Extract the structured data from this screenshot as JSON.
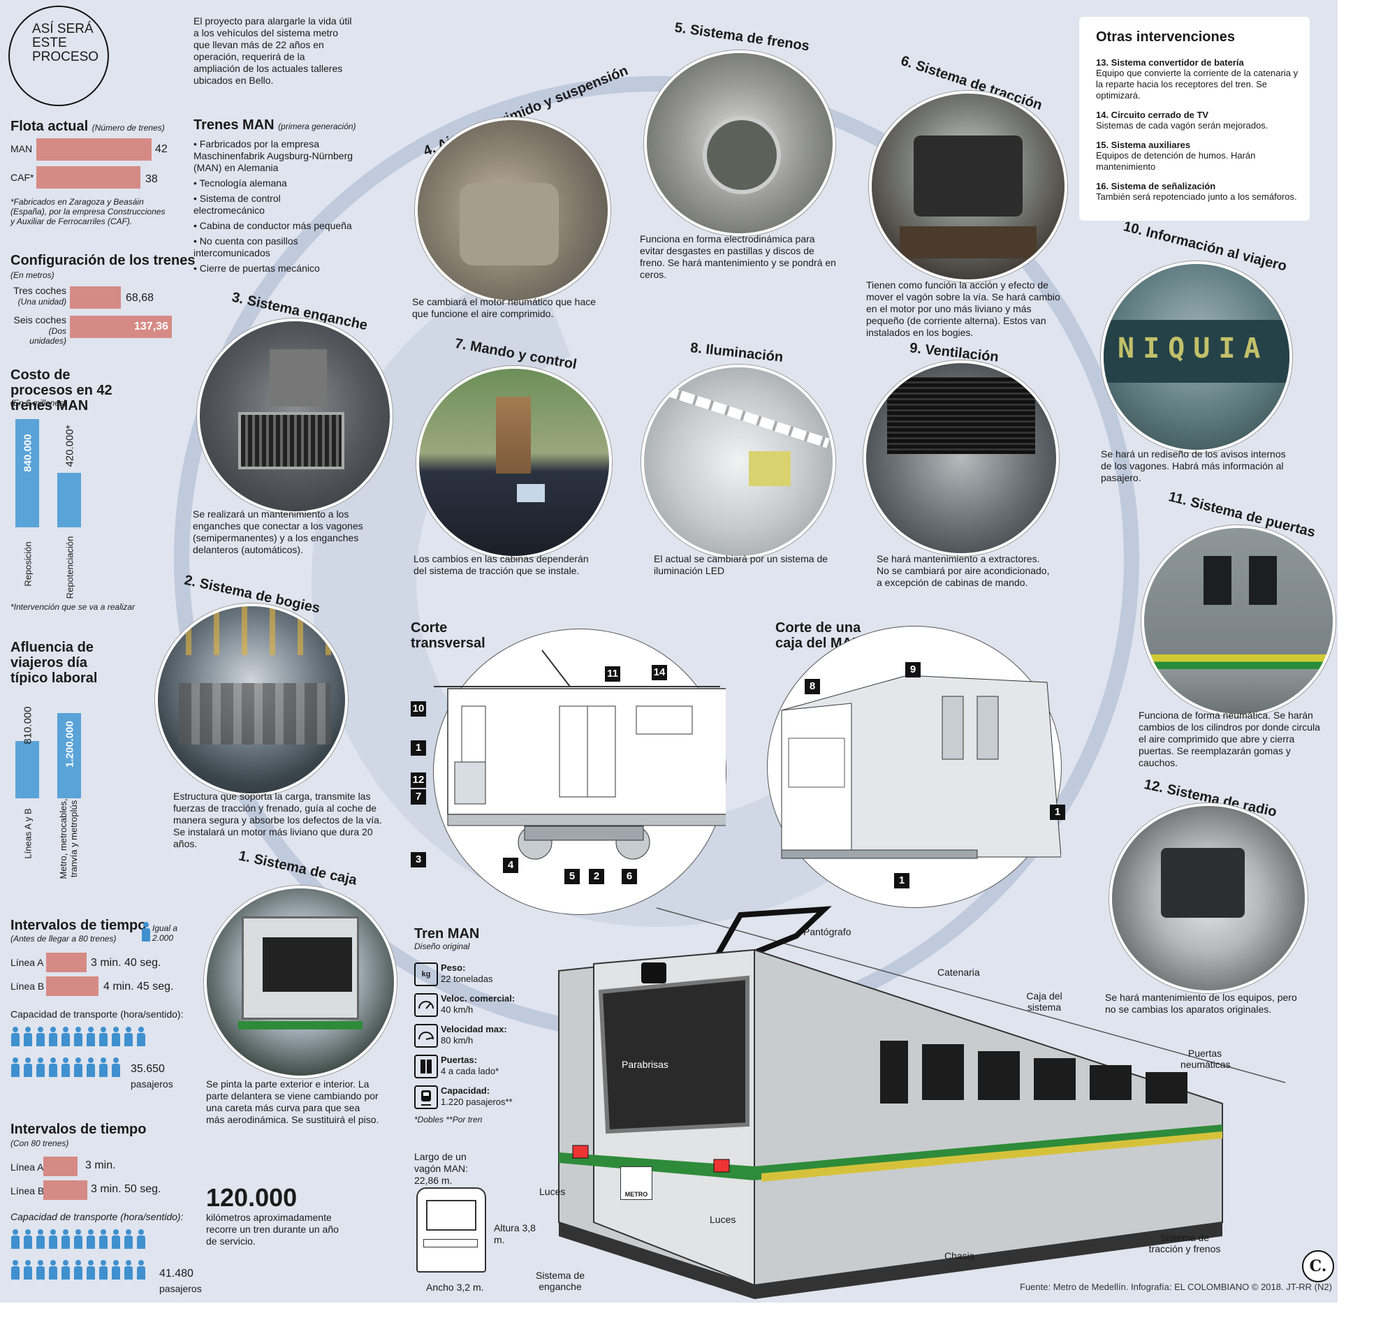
{
  "intro": {
    "badge": [
      "ASÍ SERÁ",
      "ESTE",
      "PROCESO"
    ],
    "text": "El proyecto para alargarle la vida útil a los vehículos del sistema metro que llevan más de 22 años en operación, requerirá de la ampliación de los actuales talleres ubicados en Bello."
  },
  "flota": {
    "title": "Flota actual",
    "subtitle": "(Número de trenes)",
    "rows": [
      {
        "label": "MAN",
        "value": "42",
        "frac": 1.0
      },
      {
        "label": "CAF*",
        "value": "38",
        "frac": 0.905
      }
    ],
    "note": "*Fabricados en Zaragoza y Beasáin (España), por la empresa Construcciones y Auxiliar de Ferrocarriles (CAF)."
  },
  "config": {
    "title": "Configuración de los trenes",
    "subtitle": "(En metros)",
    "rows": [
      {
        "label": "Tres coches",
        "sub": "(Una unidad)",
        "value": "68,68",
        "frac": 0.5
      },
      {
        "label": "Seis coches",
        "sub": "(Dos unidades)",
        "value": "137,36",
        "frac": 1.0
      }
    ]
  },
  "costo": {
    "title": "Costo de procesos en 42 trenes MAN",
    "subtitle": "(En $ millones)",
    "bars": [
      {
        "label": "Reposición",
        "value": "840.000",
        "frac": 1.0
      },
      {
        "label": "Repotenciación",
        "value": "420.000*",
        "frac": 0.5
      }
    ],
    "note": "*Intervención que se va a realizar"
  },
  "afluencia": {
    "title": "Afluencia de viajeros día típico laboral",
    "bars": [
      {
        "label": "Líneas A y B",
        "value": "810.000",
        "frac": 0.675
      },
      {
        "label": "Metro, metrocables, tranvía y metroplús",
        "value": "1.200.000",
        "frac": 1.0
      }
    ]
  },
  "intervalos1": {
    "title": "Intervalos de tiempo",
    "subtitle": "(Antes de llegar a 80 trenes)",
    "legend": "Igual a 2.000",
    "rows": [
      {
        "label": "Línea A",
        "value": "3 min. 40 seg.",
        "frac": 0.77
      },
      {
        "label": "Línea B",
        "value": "4 min. 45 seg.",
        "frac": 1.0
      }
    ],
    "capacity_label": "Capacidad de transporte (hora/sentido):",
    "capacity": "35.650",
    "capacity_unit": "pasajeros"
  },
  "intervalos2": {
    "title": "Intervalos de tiempo",
    "subtitle": "(Con 80 trenes)",
    "rows": [
      {
        "label": "Línea A",
        "value": "3 min.",
        "frac": 0.63
      },
      {
        "label": "Línea B",
        "value": "3 min. 50 seg.",
        "frac": 0.81
      }
    ],
    "capacity_label": "Capacidad de transporte (hora/sentido):",
    "capacity": "41.480",
    "capacity_unit": "pasajeros"
  },
  "trenes_man": {
    "title": "Trenes MAN",
    "subtitle": "(primera generación)",
    "items": [
      "• Farbricados por la empresa Maschinenfabrik Augsburg-Nürnberg (MAN) en Alemania",
      "• Tecnología alemana",
      "• Sistema de control electromecánico",
      "• Cabina de conductor más pequeña",
      "• No cuenta con pasillos intercomunicados",
      "• Cierre de puertas mecánico"
    ]
  },
  "otras": {
    "title": "Otras intervenciones",
    "items": [
      {
        "title": "13. Sistema convertidor de batería",
        "text": "Equipo que convierte la corriente de la catenaria y la reparte hacia los receptores del tren. Se optimizará."
      },
      {
        "title": "14. Circuito cerrado de TV",
        "text": "Sistemas de cada vagón serán mejorados."
      },
      {
        "title": "15. Sistema auxiliares",
        "text": "Equipos de detención de humos. Harán mantenimiento"
      },
      {
        "title": "16. Sistema de señalización",
        "text": "También será repotenciado junto a los semáforos."
      }
    ]
  },
  "circles": [
    {
      "title": "1. Sistema de caja",
      "text": "Se pinta la parte exterior e interior. La parte delantera se viene cambiando por una careta más curva para que sea más aerodinámica. Se sustituirá el piso."
    },
    {
      "title": "2. Sistema de bogies",
      "text": "Estructura que soporta la carga, transmite las fuerzas de tracción y frenado, guía al coche de manera segura y absorbe los defectos de la vía. Se instalará un motor más liviano que dura 20 años."
    },
    {
      "title": "3. Sistema enganche",
      "text": "Se realizará un mantenimiento a los enganches que conectar a los vagones (semipermanentes) y a los enganches delanteros (automáticos)."
    },
    {
      "title": "4. Aire comprimido y suspensión",
      "text": "Se cambiará el motor neumático que hace que funcione el aire comprimido."
    },
    {
      "title": "5. Sistema de frenos",
      "text": "Funciona en forma electrodinámica para evitar desgastes en pastillas y discos de freno. Se hará mantenimiento y se pondrá en ceros."
    },
    {
      "title": "6. Sistema de tracción",
      "text": "Tienen como función la acción y efecto de mover el vagón sobre la vía. Se hará cambio en el motor por uno más liviano y más pequeño (de corriente alterna). Estos van instalados en los bogies."
    },
    {
      "title": "7. Mando y control",
      "text": "Los cambios en las cabinas dependerán del sistema de tracción que se instale."
    },
    {
      "title": "8. Iluminación",
      "text": "El actual se cambiará por un sistema de iluminación LED"
    },
    {
      "title": "9. Ventilación",
      "text": "Se hará mantenimiento a extractores. No se cambiará por aire acondicionado, a excepción de cabinas de mando."
    },
    {
      "title": "10. Información al viajero",
      "text": "Se hará un rediseño de los avisos internos de los vagones. Habrá más información al pasajero.",
      "sign": "NIQUIA"
    },
    {
      "title": "11. Sistema de puertas",
      "text": "Funciona de forma neumática. Se harán cambios de los cilindros por donde circula el aire comprimido que abre y cierra puertas. Se reemplazarán gomas y cauchos."
    },
    {
      "title": "12. Sistema de radio",
      "text": "Se hará mantenimiento de los equipos, pero no se cambias los aparatos originales."
    }
  ],
  "corte_transversal": {
    "title": "Corte transversal",
    "numbers": [
      "10",
      "1",
      "12",
      "7",
      "3",
      "4",
      "5",
      "2",
      "6",
      "11",
      "14"
    ]
  },
  "corte_caja": {
    "title": "Corte de una caja del MAN",
    "numbers": [
      "8",
      "9",
      "1",
      "1"
    ]
  },
  "tren_man": {
    "title": "Tren MAN",
    "subtitle": "Diseño original",
    "specs": [
      {
        "label": "Peso:",
        "value": "22 toneladas",
        "icon": "weight-icon"
      },
      {
        "label": "Veloc. comercial:",
        "value": "40 km/h",
        "icon": "speedometer-icon"
      },
      {
        "label": "Velocidad max:",
        "value": "80 km/h",
        "icon": "speedometer-icon"
      },
      {
        "label": "Puertas:",
        "value": "4 a cada lado*",
        "icon": "door-icon"
      },
      {
        "label": "Capacidad:",
        "value": "1.220 pasajeros**",
        "icon": "train-icon"
      }
    ],
    "note": "*Dobles **Por tren",
    "largo": "Largo de un vagón MAN: 22,86 m.",
    "altura": "Altura 3,8 m.",
    "ancho": "Ancho 3,2 m."
  },
  "km": {
    "value": "120.000",
    "text": "kilómetros aproximadamente recorre un tren durante un año de servicio."
  },
  "train_labels": {
    "pantografo": "Pantógrafo",
    "catenaria": "Catenaria",
    "caja": "Caja del sistema",
    "parabrisas": "Parabrisas",
    "puertas": "Puertas neumáticas",
    "luces": "Luces",
    "chasis": "Chasis",
    "enganche": "Sistema de enganche",
    "traccion": "Sistema de tracción y frenos",
    "logo": "METRO"
  },
  "footer": "Fuente: Metro de Medellín. Infografía: EL COLOMBIANO © 2018. JT-RR (N2)",
  "brand_logo": "C."
}
